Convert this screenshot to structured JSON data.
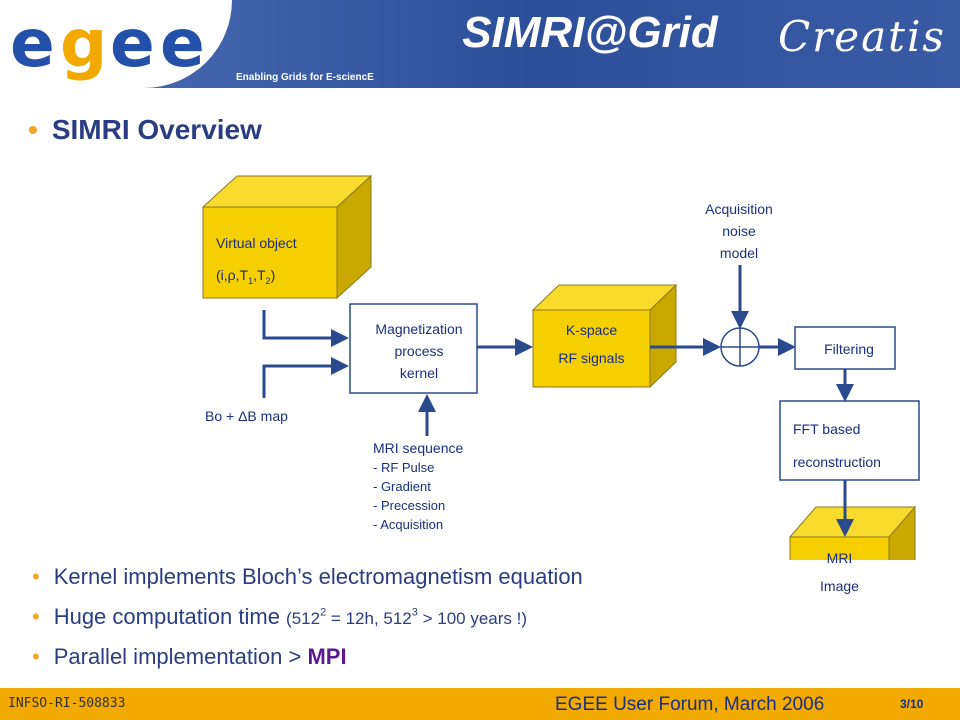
{
  "header": {
    "title": "SIMRI@Grid",
    "logo_text": "egee",
    "tagline": "Enabling Grids for E-sciencE",
    "partner_logo": "Creatis"
  },
  "slide": {
    "heading": "SIMRI Overview"
  },
  "diagram": {
    "virtual_object": {
      "line1": "Virtual object",
      "line2_prefix": "(i,ρ,T",
      "sub1": "1",
      "mid": ",T",
      "sub2": "2",
      "close": ")"
    },
    "field_map": "Bo + ΔB map",
    "kernel": [
      "Magnetization",
      "process",
      "kernel"
    ],
    "kspace": [
      "K-space",
      "RF signals"
    ],
    "noise": [
      "Acquisition",
      "noise",
      "model"
    ],
    "filtering": "Filtering",
    "fft": [
      "FFT based",
      "reconstruction"
    ],
    "mri_image": [
      "MRI",
      "Image"
    ],
    "sequence": {
      "title": "MRI sequence",
      "items": [
        "- RF Pulse",
        "- Gradient",
        "- Precession",
        "- Acquisition"
      ]
    }
  },
  "bullets": {
    "b1": "Kernel  implements Bloch’s electromagnetism equation",
    "b2_main": "Huge computation time ",
    "b2_p1": "(512",
    "b2_sup1": "2",
    "b2_p2": " = 12h, 512",
    "b2_sup2": "3",
    "b2_p3": " > 100 years !)",
    "b3_main": "Parallel implementation > ",
    "b3_em": "MPI"
  },
  "footer": {
    "left": "INFSO-RI-508833",
    "center": "EGEE User Forum, March 2006",
    "page": "3/10"
  },
  "colors": {
    "header_blue": "#2d4f9a",
    "box_yellow": "#f5cf00",
    "box_side": "#c9a800",
    "arrow_blue": "#2b4a8e",
    "text_navy": "#1a2f80",
    "bullet_orange": "#f5a623",
    "footer_gold": "#f2a900",
    "mpi_purple": "#5b1a8e"
  }
}
